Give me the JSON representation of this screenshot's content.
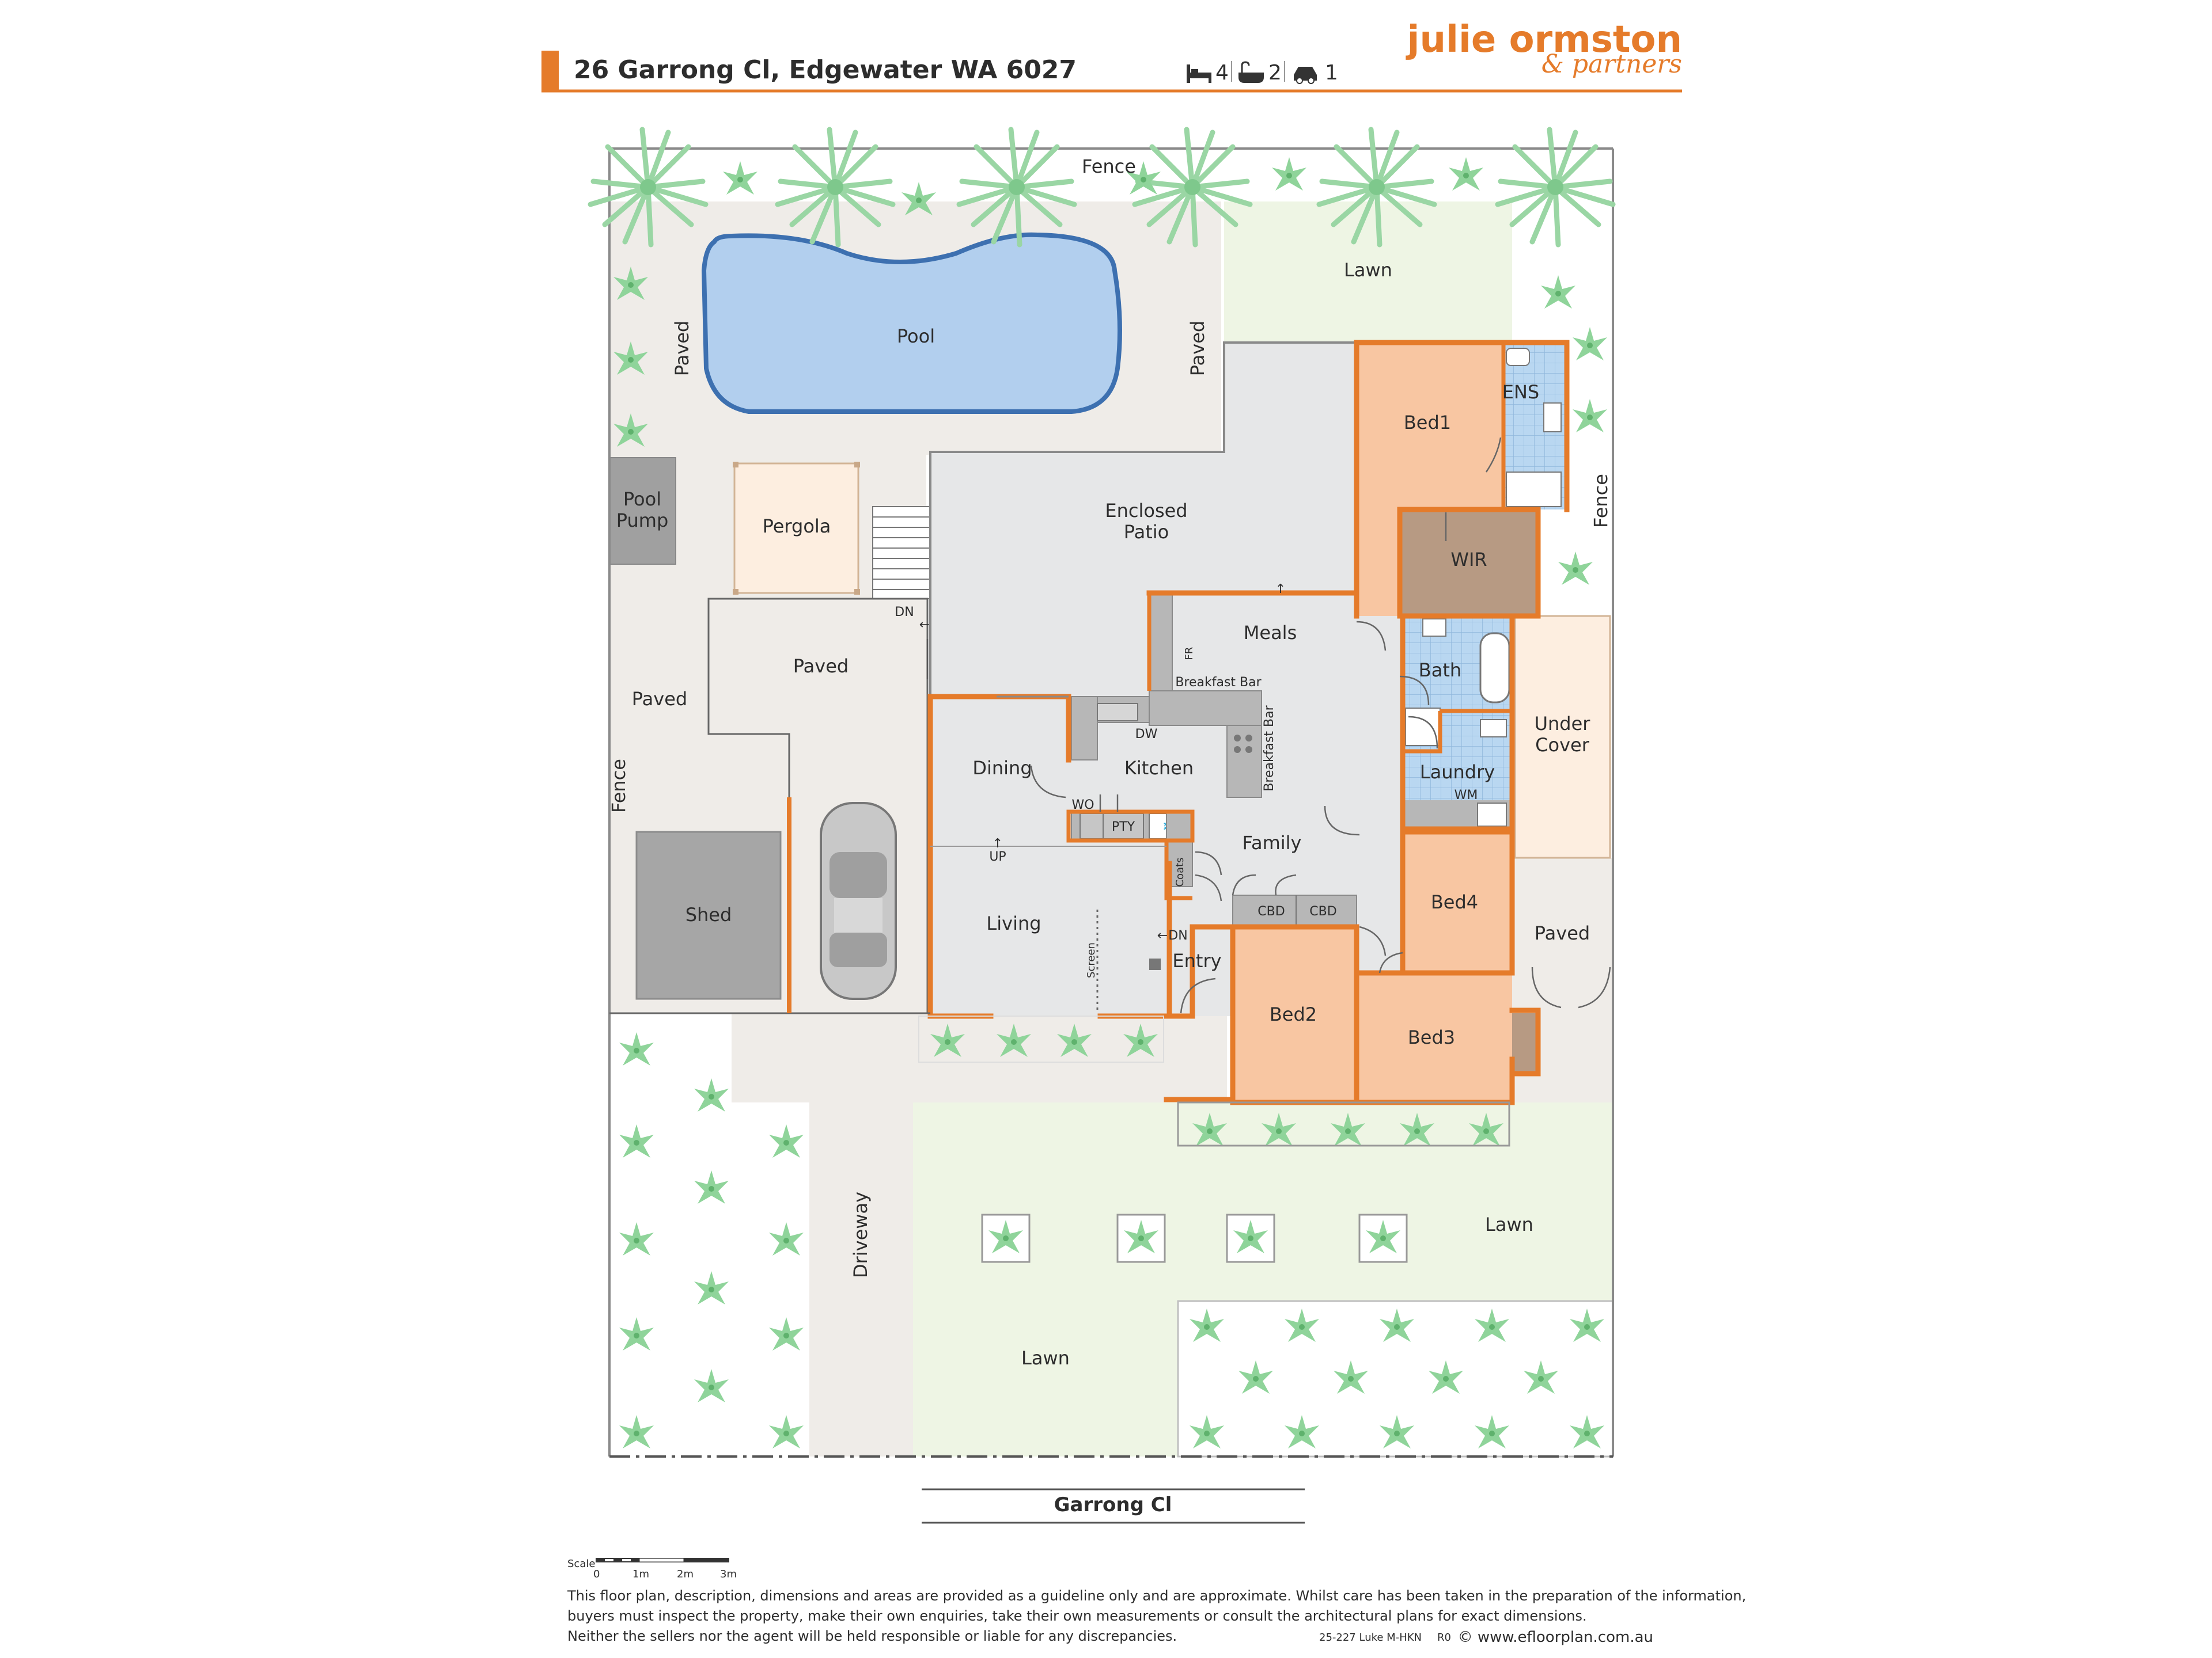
{
  "header": {
    "address": "26 Garrong Cl, Edgewater WA 6027",
    "beds": "4",
    "baths": "2",
    "cars": "1",
    "brand_name": "julie ormston",
    "brand_sub": "& partners"
  },
  "icons": [
    "bed-icon",
    "bath-icon",
    "car-icon"
  ],
  "colors": {
    "accent_orange": "#e57b2a",
    "bedroom_fill": "#f8c6a2",
    "wir_fill": "#b79a83",
    "living_fill": "#e6e7e8",
    "paved_fill": "#efece8",
    "lawn_fill": "#eef5e4",
    "pool_fill": "#b2cfee",
    "pool_edge": "#3d70b0",
    "tree_green": "#8fd49a"
  },
  "rooms": {
    "fence_top": "Fence",
    "lawn_top": "Lawn",
    "pool": "Pool",
    "paved_left": "Paved",
    "paved_right": "Paved",
    "pool_pump": [
      "Pool",
      "Pump"
    ],
    "pergola": "Pergola",
    "dn_stairs": "DN",
    "enclosed_patio": [
      "Enclosed",
      "Patio"
    ],
    "paved_mid": "Paved",
    "paved_west": "Paved",
    "fence_left": "Fence",
    "fence_right": "Fence",
    "shed": "Shed",
    "bed1": "Bed1",
    "ens": "ENS",
    "wir": "WIR",
    "bath": "Bath",
    "under_cover": [
      "Under",
      "Cover"
    ],
    "laundry": "Laundry",
    "wm": "WM",
    "meals": "Meals",
    "fr": "FR",
    "breakfast_bar": "Breakfast Bar",
    "breakfast_bar_v": "Breakfast Bar",
    "dw": "DW",
    "dining": "Dining",
    "kitchen": "Kitchen",
    "wo": "WO",
    "pty": "PTY",
    "up": "UP",
    "family": "Family",
    "coats": "Coats",
    "cbd1": "CBD",
    "cbd2": "CBD",
    "living": "Living",
    "screen": "Screen",
    "dn_entry": "DN",
    "entry": "Entry",
    "bed4": "Bed4",
    "paved_east": "Paved",
    "bed2": "Bed2",
    "bed3": "Bed3",
    "driveway": "Driveway",
    "lawn_front": "Lawn",
    "lawn_front_left": "Lawn",
    "street": "Garrong Cl"
  },
  "scale": {
    "title": "Scale",
    "ticks": [
      "0",
      "1m",
      "2m",
      "3m"
    ]
  },
  "footer": {
    "disclaimer_1": "This floor plan, description, dimensions and areas are provided as a guideline only and are approximate. Whilst care has been taken in the preparation of the information,",
    "disclaimer_2": "buyers must inspect the property, make their own enquiries, take their own measurements or consult the architectural plans for exact dimensions.",
    "disclaimer_3": "Neither the sellers nor the agent will be held responsible or liable for any discrepancies.",
    "code": "25-227 Luke M-HKN",
    "rev": "R0",
    "website": "© www.efloorplan.com.au"
  }
}
